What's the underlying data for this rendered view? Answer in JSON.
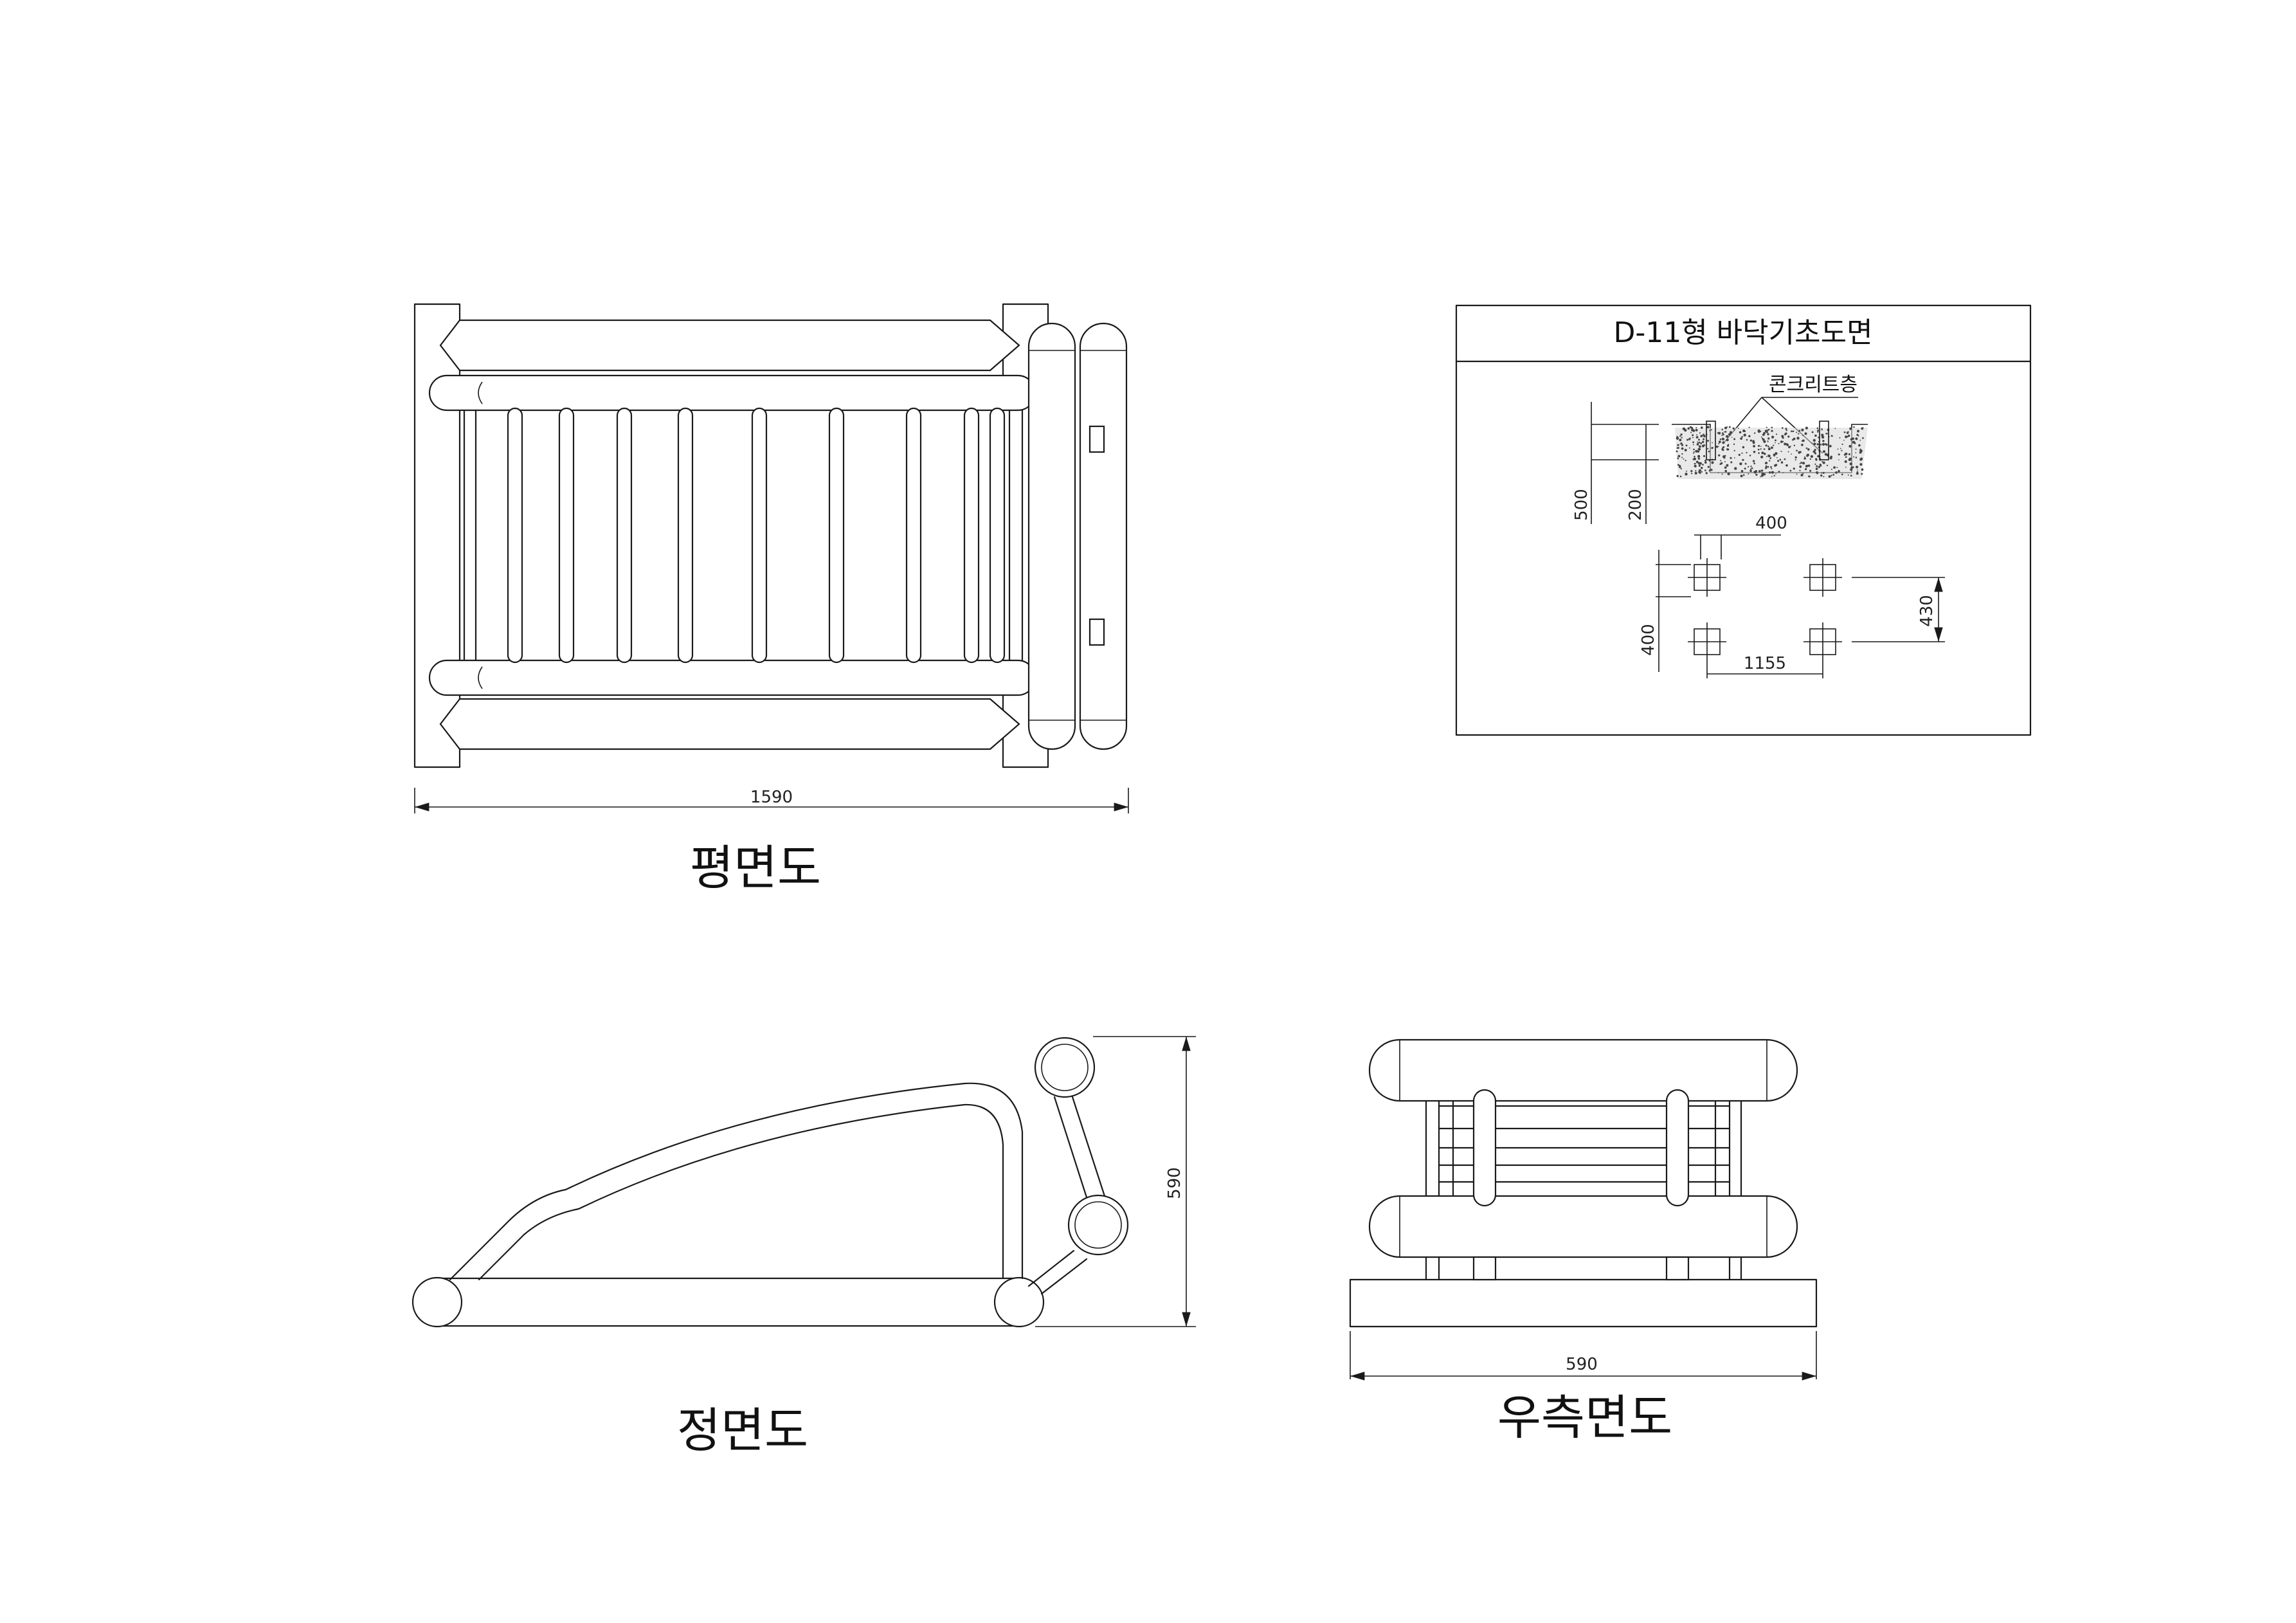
{
  "views": {
    "plan": {
      "title": "평면도",
      "width_dim": "1590"
    },
    "front": {
      "title": "정면도",
      "height_dim": "590"
    },
    "right": {
      "title": "우측면도",
      "width_dim": "590"
    }
  },
  "foundation": {
    "title": "D-11형 바닥기초도면",
    "concrete_label": "콘크리트층",
    "dims": {
      "depth_total": "500",
      "depth_concrete": "200",
      "footing_width": "400",
      "footing_height": "400",
      "spacing_x": "1155",
      "spacing_y": "430"
    }
  }
}
